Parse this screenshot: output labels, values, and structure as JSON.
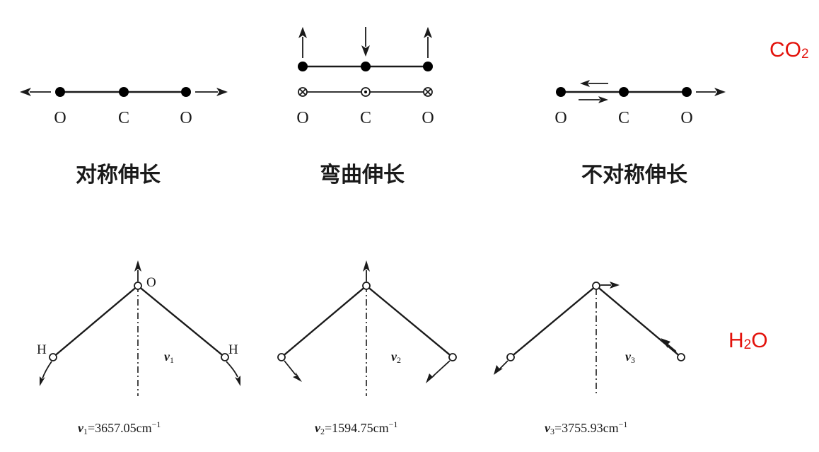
{
  "molecules": {
    "co2": {
      "name": "CO",
      "sub": "2",
      "color": "#e3120b"
    },
    "h2o": {
      "name": "H",
      "sub": "2",
      "rest": "O",
      "color": "#e3120b"
    }
  },
  "co2_modes": [
    {
      "caption": "对称伸长",
      "atoms": [
        "O",
        "C",
        "O"
      ]
    },
    {
      "caption": "弯曲伸长",
      "atoms": [
        "O",
        "C",
        "O"
      ]
    },
    {
      "caption": "不对称伸长",
      "atoms": [
        "O",
        "C",
        "O"
      ]
    }
  ],
  "h2o_modes": [
    {
      "mode": "v",
      "sub": "1",
      "freq_symbol": "v",
      "freq_sub": "1",
      "freq_value": "=3657.05cm",
      "freq_exp": "−1",
      "atom_o": "O",
      "atom_h1": "H",
      "atom_h2": "H"
    },
    {
      "mode": "v",
      "sub": "2",
      "freq_symbol": "v",
      "freq_sub": "2",
      "freq_value": "=1594.75cm",
      "freq_exp": "−1"
    },
    {
      "mode": "v",
      "sub": "3",
      "freq_symbol": "v",
      "freq_sub": "3",
      "freq_value": "=3755.93cm",
      "freq_exp": "−1"
    }
  ]
}
